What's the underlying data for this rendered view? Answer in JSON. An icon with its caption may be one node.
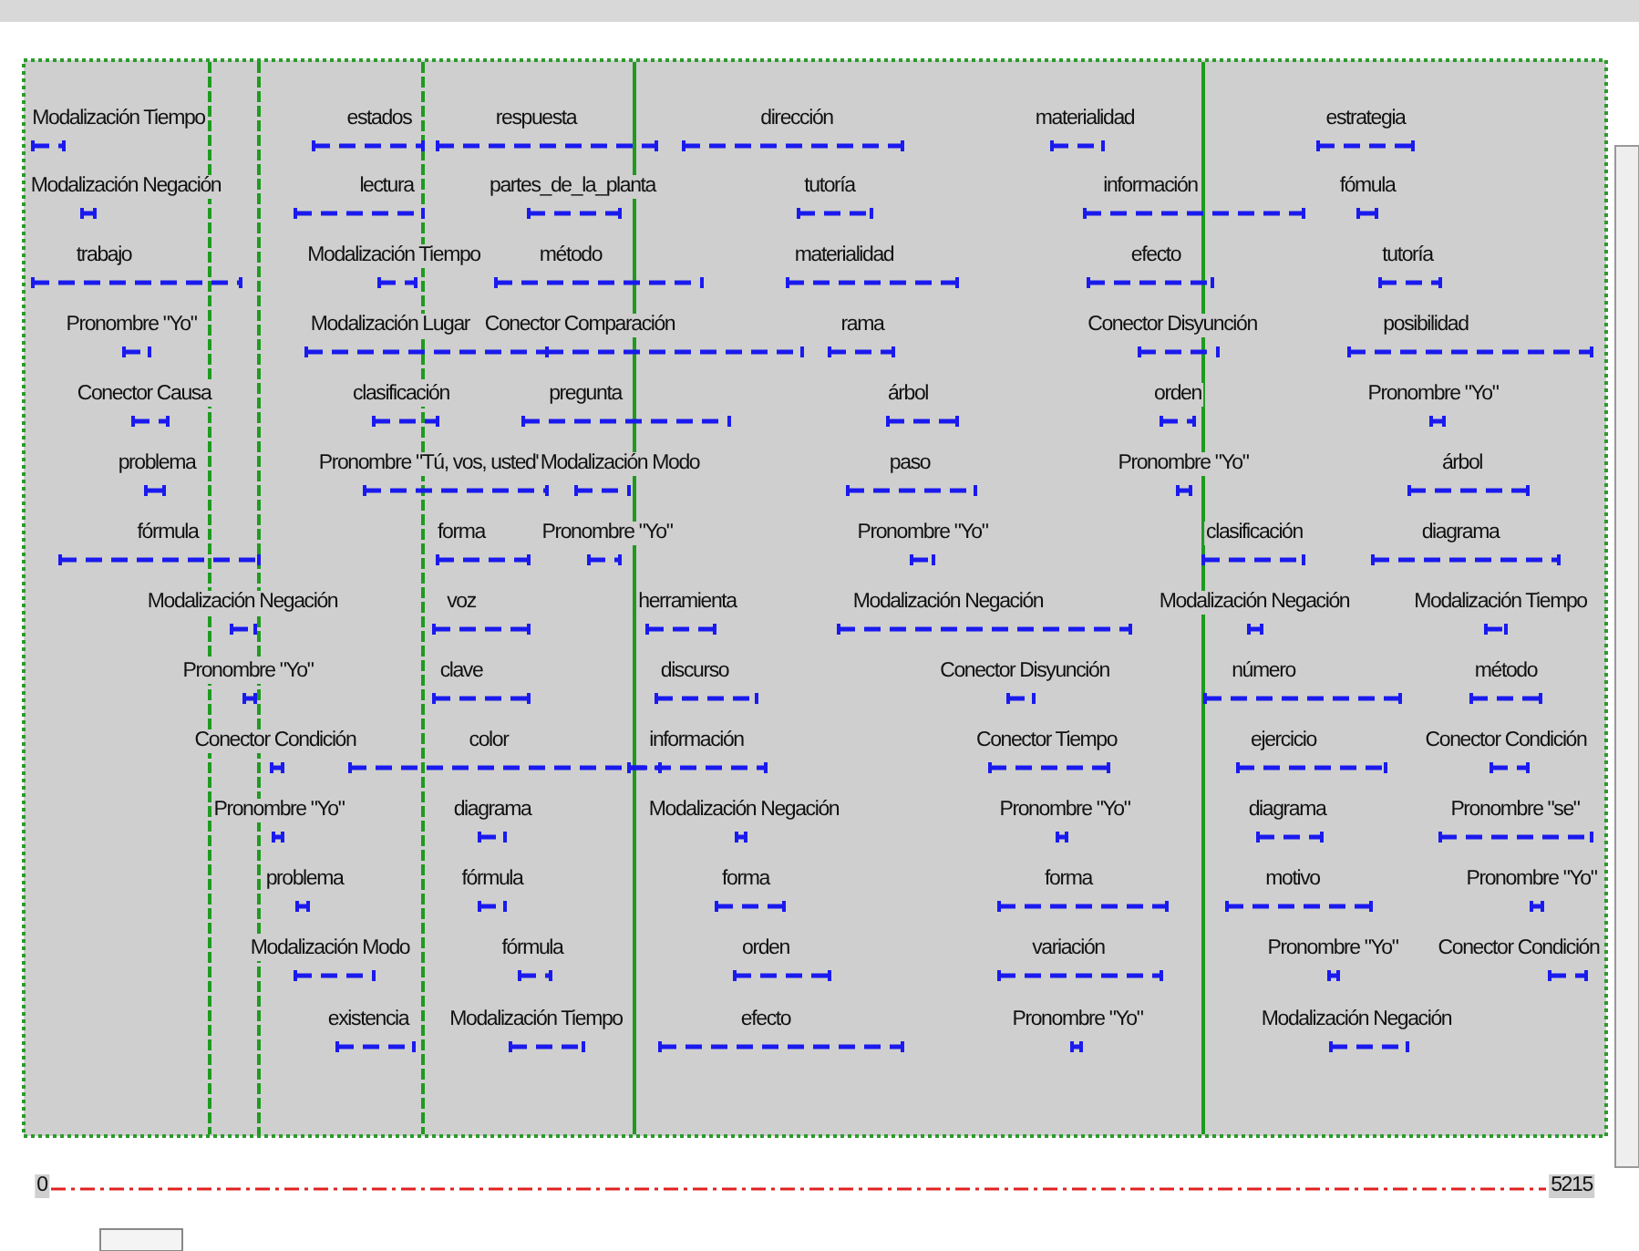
{
  "diagram": {
    "labels": [
      "Modalización Tiempo",
      "estados",
      "respuesta",
      "dirección",
      "materialidad",
      "estrategia",
      "Modalización Negación",
      "lectura",
      "partes_de_la_planta",
      "tutoría",
      "información",
      "fómula",
      "trabajo",
      "Modalización Tiempo",
      "método",
      "materialidad",
      "efecto",
      "tutoría",
      "Pronombre \"Yo\"",
      "Modalización Lugar",
      "Conector Comparación",
      "rama",
      "Conector Disyunción",
      "posibilidad",
      "Conector Causa",
      "clasificación",
      "pregunta",
      "árbol",
      "orden",
      "Pronombre \"Yo\"",
      "problema",
      "Pronombre \"Tú, vos, usted\"",
      "Modalización Modo",
      "paso",
      "Pronombre \"Yo\"",
      "árbol",
      "fórmula",
      "forma",
      "Pronombre \"Yo\"",
      "Pronombre \"Yo\"",
      "clasificación",
      "diagrama",
      "Modalización Negación",
      "voz",
      "herramienta",
      "Modalización Negación",
      "Modalización Negación",
      "Modalización Tiempo",
      "Pronombre \"Yo\"",
      "clave",
      "discurso",
      "Conector Disyunción",
      "número",
      "método",
      "Conector Condición",
      "color",
      "información",
      "Conector Tiempo",
      "ejercicio",
      "Conector Condición",
      "Pronombre \"Yo\"",
      "diagrama",
      "Modalización Negación",
      "Pronombre \"Yo\"",
      "diagrama",
      "Pronombre \"se\"",
      "problema",
      "fórmula",
      "forma",
      "forma",
      "motivo",
      "Pronombre \"Yo\"",
      "Modalización Modo",
      "fórmula",
      "orden",
      "variación",
      "Pronombre \"Yo\"",
      "Conector Condición",
      "existencia",
      "Modalización Tiempo",
      "efecto",
      "Pronombre \"Yo\"",
      "Modalización Negación",
      "0",
      "5215"
    ]
  }
}
